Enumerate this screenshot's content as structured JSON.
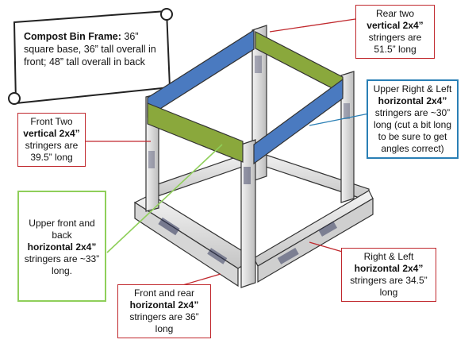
{
  "scroll": {
    "title": "Compost Bin Frame:",
    "text": "36” square base, 36” tall overall in front; 48” tall overall in back"
  },
  "callouts": {
    "rear_vertical": {
      "pre": "Rear two",
      "bold": "vertical 2x4”",
      "post": "stringers are 51.5” long"
    },
    "upper_side": {
      "pre": "Upper Right & Left",
      "bold": "horizontal 2x4”",
      "post": "stringers are ~30” long (cut a bit long to be sure to get angles correct)"
    },
    "front_vertical": {
      "pre": "Front Two",
      "bold": "vertical 2x4”",
      "post": "stringers are 39.5” long"
    },
    "upper_front_back": {
      "pre": "Upper front and back",
      "bold": "horizontal 2x4”",
      "post": "stringers are ~33” long."
    },
    "side_horizontal": {
      "pre": "Right & Left",
      "bold": "horizontal 2x4”",
      "post": "stringers are 34.5” long"
    },
    "front_rear_horizontal": {
      "pre": "Front and rear",
      "bold": "horizontal 2x4”",
      "post": "stringers are 36” long"
    }
  },
  "colors": {
    "red_border": "#c0282d",
    "green_border": "#8fcf5a",
    "blue_border": "#2a7fb5",
    "upper_front_back_boards": "#8aa83c",
    "upper_side_boards": "#4a7ac0",
    "frame_wood": "#dcdcdc"
  }
}
